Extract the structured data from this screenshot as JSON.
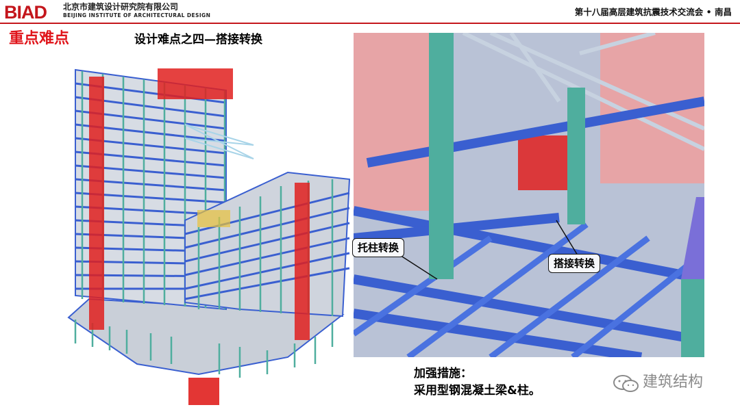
{
  "header": {
    "logo": "BIAD",
    "org_cn": "北京市建筑设计研究院有限公司",
    "org_en": "BEIJING INSTITUTE OF ARCHITECTURAL DESIGN",
    "conference": "第十八届高层建筑抗震技术交流会 • 南昌"
  },
  "slide": {
    "section_title": "重点难点",
    "subtitle": "设计难点之四—搭接转换"
  },
  "figure_right": {
    "callout_column": "托柱转换",
    "callout_overlap": "搭接转换"
  },
  "caption": {
    "line1": "加强措施：",
    "line2": "采用型钢混凝土梁&柱。"
  },
  "watermark": {
    "text": "建筑结构",
    "icon": "wechat-icon"
  },
  "colors": {
    "brand_red": "#c4161c",
    "beam_blue": "#3a5fd0",
    "column_teal": "#4fae9e",
    "wall_red": "#e0201e"
  }
}
